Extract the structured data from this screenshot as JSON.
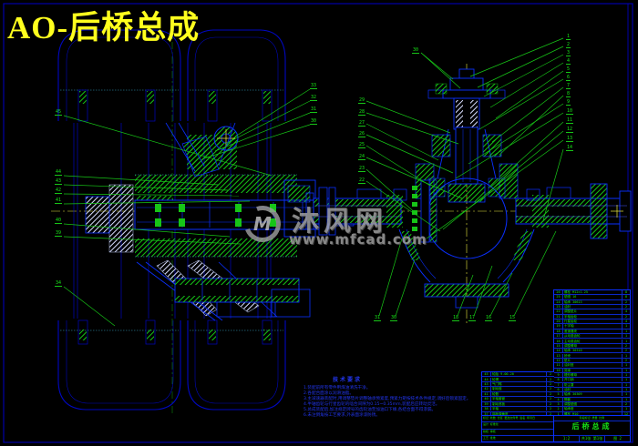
{
  "title": "AO-后桥总成",
  "watermark": {
    "logo_letter": "M",
    "name": "沐风网",
    "url": "www.mfcad.com"
  },
  "notes": {
    "title": "技术要求",
    "lines": [
      "1.装配前所有零件用煤油清洗干净。",
      "2.各配合面涂以润滑油脂。",
      "3.主减速器装配时,用调整垫片调整轴承预紧度,预紧力矩按技术条件规定,调好后锁紧固定。",
      "4.半轴齿轮与行星齿轮的啮合间隙为0.15~0.35mm,装配后应转动灵活。",
      "5.总成装配后,加注规定牌号的齿轮油至加油口下缘,各结合面不得渗漏。",
      "6.未注倒角按工艺要求,外表面涂漆防锈。"
    ]
  },
  "callouts": {
    "right": [
      "1",
      "2",
      "3",
      "4",
      "5",
      "6",
      "7",
      "8",
      "9",
      "10",
      "11",
      "12",
      "13",
      "14"
    ],
    "mid": [
      "29",
      "28",
      "27",
      "26",
      "25",
      "24",
      "23",
      "22"
    ],
    "leftview": [
      "45",
      "44",
      "43",
      "42",
      "41",
      "40",
      "39",
      "34"
    ],
    "between": [
      "33",
      "32",
      "31",
      "30"
    ],
    "bottom": [
      "31",
      "30",
      "18",
      "17",
      "16",
      "15"
    ],
    "top": [
      "30"
    ]
  },
  "parts_table": {
    "right_rows": [
      [
        "26",
        "螺栓 M12×1.25",
        "8"
      ],
      [
        "25",
        "垫圈 16",
        "8"
      ],
      [
        "24",
        "轴承 30613",
        "2"
      ],
      [
        "23",
        "油封",
        "2"
      ],
      [
        "22",
        "调整垫片",
        "4"
      ],
      [
        "21",
        "半轴齿轮",
        "2"
      ],
      [
        "20",
        "行星齿轮",
        "4"
      ],
      [
        "19",
        "十字轴",
        "1"
      ],
      [
        "18",
        "差速器壳",
        "1"
      ],
      [
        "17",
        "从动锥齿轮",
        "1"
      ],
      [
        "16",
        "主动锥齿轮",
        "1"
      ],
      [
        "15",
        "调整螺母",
        "2"
      ],
      [
        "14",
        "轴承 30310",
        "2"
      ],
      [
        "13",
        "桥壳",
        "1"
      ],
      [
        "12",
        "垫片",
        "2"
      ],
      [
        "11",
        "油封座",
        "1"
      ],
      [
        "10",
        "突缘",
        "1"
      ],
      [
        "9",
        "槽形螺母",
        "1"
      ],
      [
        "8",
        "开口销",
        "1"
      ],
      [
        "7",
        "防尘罩",
        "1"
      ],
      [
        "6",
        "油封",
        "1"
      ],
      [
        "5",
        "轴承 30309",
        "1"
      ],
      [
        "4",
        "隔套",
        "1"
      ],
      [
        "3",
        "调整垫圈",
        "2"
      ],
      [
        "2",
        "轴承座",
        "1"
      ],
      [
        "1",
        "螺栓 M10",
        "12"
      ]
    ],
    "left_rows": [
      [
        "45",
        "轮胎 9.00-20",
        "2"
      ],
      [
        "44",
        "轮辋",
        "2"
      ],
      [
        "43",
        "气门嘴",
        "2"
      ],
      [
        "42",
        "制动鼓",
        "2"
      ],
      [
        "41",
        "轮毂",
        "2"
      ],
      [
        "40",
        "半轴套管",
        "2"
      ],
      [
        "39",
        "制动底板",
        "2"
      ],
      [
        "38",
        "半轴",
        "2"
      ],
      [
        "37",
        "钢板弹簧座",
        "2"
      ]
    ],
    "sig_rows": [
      "标记 处数 分区 更改文件号 签名 年月日",
      "设计      标准化",
      "校核      审核",
      "工艺      批准"
    ],
    "info_top": "阶段标记  质量  比例",
    "name": "后桥总成",
    "scale": "1:2",
    "sheet": "共1张 第1张",
    "drawing_no": "图 2"
  }
}
